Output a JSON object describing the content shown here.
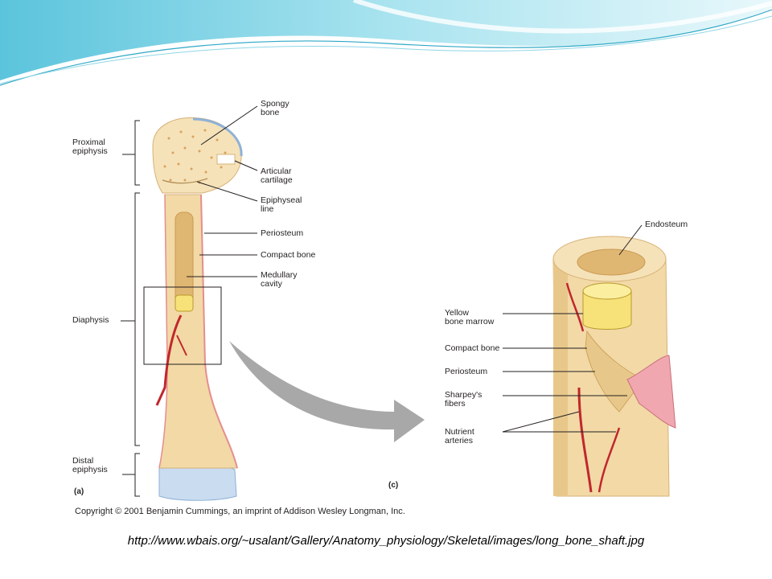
{
  "diagram": {
    "panel_a": "(a)",
    "panel_c": "(c)",
    "labels_a": {
      "proximal_epiphysis": "Proximal\nepiphysis",
      "diaphysis": "Diaphysis",
      "distal_epiphysis": "Distal\nepiphysis",
      "spongy_bone": "Spongy\nbone",
      "articular_cartilage": "Articular\ncartilage",
      "epiphyseal_line": "Epiphyseal\nline",
      "periosteum": "Periosteum",
      "compact_bone": "Compact bone",
      "medullary_cavity": "Medullary\ncavity"
    },
    "labels_c": {
      "endosteum": "Endosteum",
      "yellow_bone_marrow": "Yellow\nbone marrow",
      "compact_bone": "Compact bone",
      "periosteum": "Periosteum",
      "sharpeys_fibers": "Sharpey's\nfibers",
      "nutrient_arteries": "Nutrient\narteries"
    },
    "copyright": "Copyright © 2001 Benjamin Cummings, an imprint of Addison Wesley Longman, Inc."
  },
  "source_url": "http://www.wbais.org/~usalant/Gallery/Anatomy_physiology/Skeletal/images/long_bone_shaft.jpg",
  "colors": {
    "bone": "#f2d9a6",
    "compact": "#e8c88a",
    "cartilage": "#c9dcf0",
    "artery": "#c0272d",
    "wave": "#7fd3e6"
  }
}
